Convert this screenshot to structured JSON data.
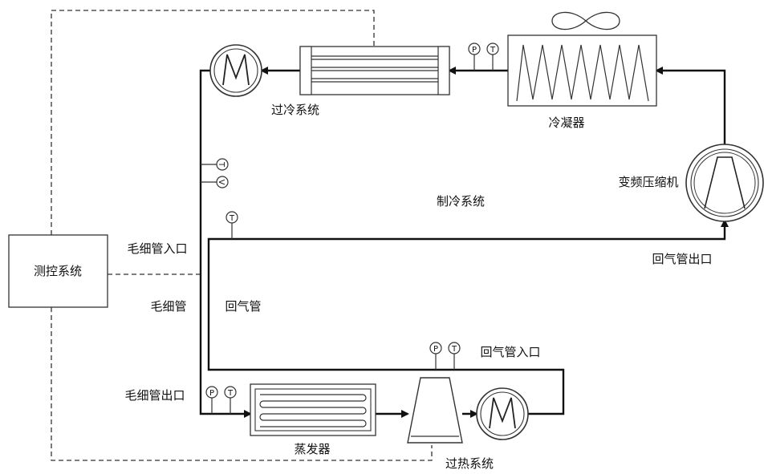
{
  "labels": {
    "control_system": "测控系统",
    "subcooling_system": "过冷系统",
    "condenser": "冷凝器",
    "variable_freq_compressor": "变频压缩机",
    "refrigeration_system": "制冷系统",
    "capillary_inlet": "毛细管入口",
    "capillary": "毛细管",
    "return_pipe": "回气管",
    "return_pipe_outlet": "回气管出口",
    "return_pipe_inlet": "回气管入口",
    "capillary_outlet": "毛细管出口",
    "evaporator": "蒸发器",
    "superheat_system": "过热系统"
  },
  "sensors": {
    "pressure": "P",
    "temperature": "T",
    "flow": "V"
  },
  "icons": {
    "fan": "fan-icon",
    "compressor": "compressor-icon",
    "heat_exchanger": "heat-exchanger-icon",
    "motor": "motor-icon"
  }
}
